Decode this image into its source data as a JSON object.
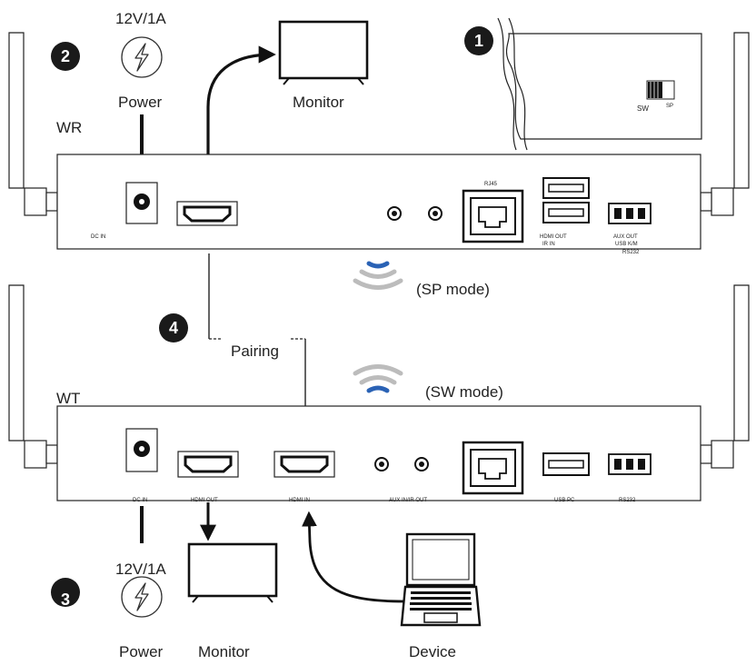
{
  "steps": {
    "one": "1",
    "two": "2",
    "three": "3",
    "four": "4"
  },
  "power_top": {
    "rating": "12V/1A",
    "label": "Power"
  },
  "power_bottom": {
    "rating": "12V/1A",
    "label": "Power"
  },
  "monitor_top": "Monitor",
  "monitor_bottom": "Monitor",
  "device": "Device",
  "pairing": "Pairing",
  "receiver": {
    "name": "WR",
    "ports": {
      "dc_in": "DC IN",
      "rj45": "RJ45",
      "hdmi_out": "HDMI OUT",
      "ir_in": "IR IN",
      "aux_out": "AUX OUT",
      "usb_km": "USB K/M",
      "rs232": "RS232"
    },
    "mode": "(SP mode)"
  },
  "transmitter": {
    "name": "WT",
    "ports": {
      "dc_in": "DC IN",
      "hdmi_out": "HDMI OUT",
      "hdmi_in": "HDMI IN",
      "aux_ir": "AUX IN/IR OUT",
      "usb_pc": "USB PC",
      "rs232": "RS232"
    },
    "mode": "(SW mode)"
  },
  "switch": {
    "sw": "SW",
    "sp": "SP"
  },
  "colors": {
    "wifi_accent": "#2a62b5",
    "wifi_light": "#bcbcbc",
    "line": "#222222"
  }
}
